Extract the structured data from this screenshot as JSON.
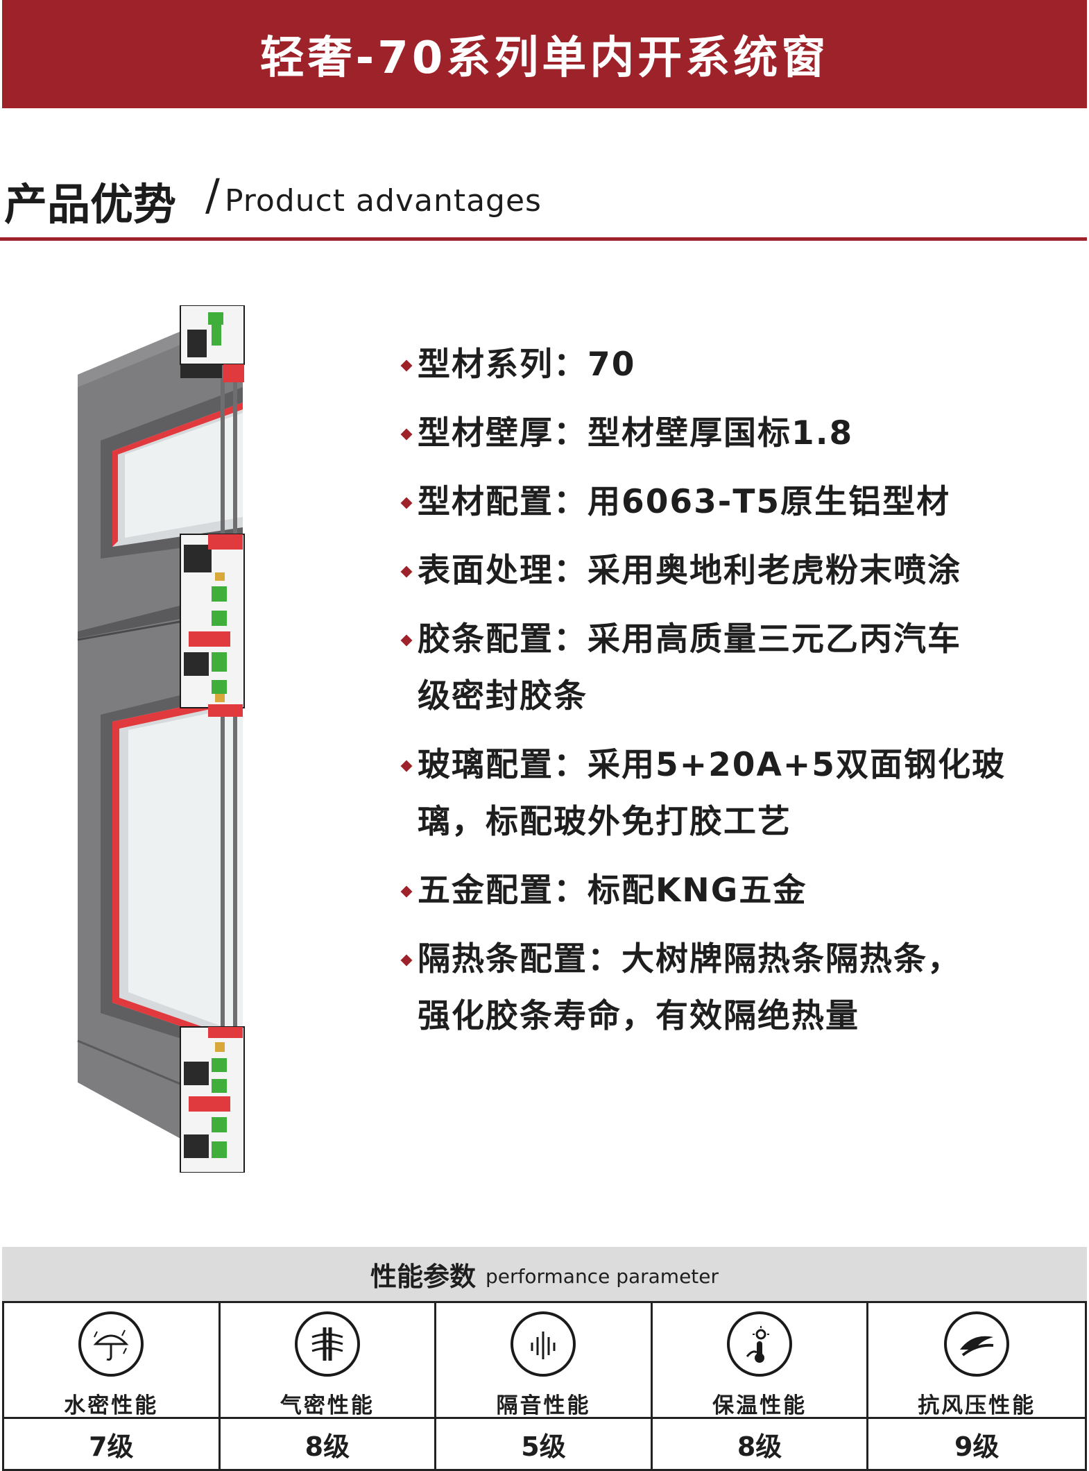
{
  "header": {
    "title": "轻奢-70系列单内开系统窗"
  },
  "section": {
    "title_cn": "产品优势",
    "slash": "/",
    "title_en": "Product advantages"
  },
  "specs": [
    {
      "label": "型材系列：",
      "value": "70"
    },
    {
      "label": "型材壁厚：",
      "value": "型材壁厚国标1.8"
    },
    {
      "label": "型材配置：",
      "value": "用6063-T5原生铝型材"
    },
    {
      "label": "表面处理：",
      "value": "采用奥地利老虎粉末喷涂"
    },
    {
      "label": "胶条配置：",
      "value": "采用高质量三元乙丙汽车",
      "value2": "级密封胶条"
    },
    {
      "label": "玻璃配置：",
      "value": "采用5+20A+5双面钢化玻",
      "value2": "璃，标配玻外免打胶工艺"
    },
    {
      "label": "五金配置：",
      "value": "标配KNG五金"
    },
    {
      "label": "隔热条配置：",
      "value": "大树牌隔热条隔热条，",
      "value2": "强化胶条寿命，有效隔绝热量"
    }
  ],
  "performance": {
    "title_cn": "性能参数",
    "title_en": "performance parameter",
    "items": [
      {
        "icon": "umbrella-rain-icon",
        "label": "水密性能",
        "value": "7级"
      },
      {
        "icon": "wind-lines-icon",
        "label": "气密性能",
        "value": "8级"
      },
      {
        "icon": "sound-wave-icon",
        "label": "隔音性能",
        "value": "5级"
      },
      {
        "icon": "sun-thermometer-icon",
        "label": "保温性能",
        "value": "8级"
      },
      {
        "icon": "wind-pressure-icon",
        "label": "抗风压性能",
        "value": "9级"
      }
    ]
  },
  "colors": {
    "brand_red": "#9e2229",
    "profile_gray": "#7c7c7e",
    "gasket_green": "#3fae3a",
    "seal_red": "#e03a3e"
  }
}
